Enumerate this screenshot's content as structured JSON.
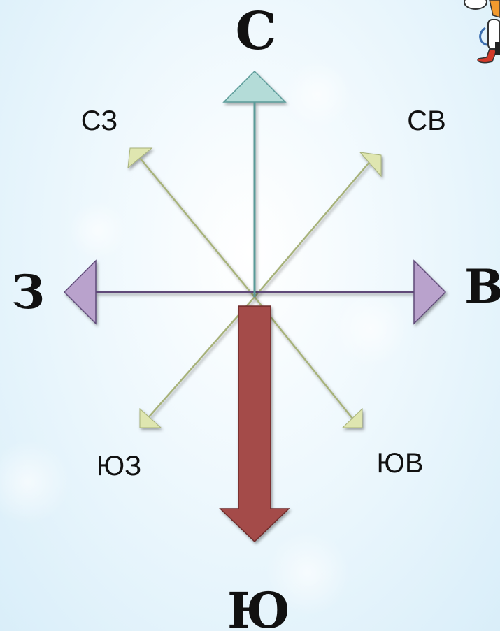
{
  "labels": {
    "north": "С",
    "south": "Ю",
    "west": "З",
    "east": "В",
    "northwest": "СЗ",
    "northeast": "СВ",
    "southwest": "ЮЗ",
    "southeast": "ЮВ"
  },
  "colors": {
    "north_arrow": "#b4dcd8",
    "north_stroke": "#5a9a98",
    "east_west_arrow": "#b9a2cc",
    "east_west_stroke": "#5e4a78",
    "south_arrow": "#a44b48",
    "south_stroke": "#6e2c2a",
    "diagonal_arrow": "#dfe6b0",
    "diagonal_stroke": "#a7b27a"
  },
  "corner_decoration": "cartoon-character-fragment"
}
